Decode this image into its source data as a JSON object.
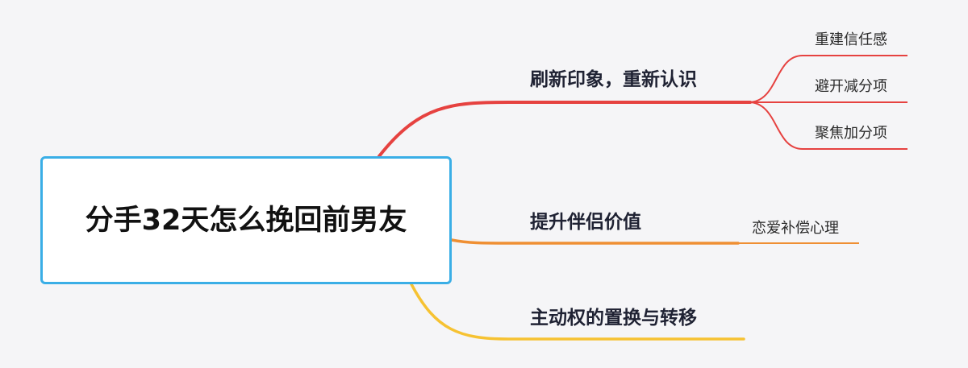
{
  "root": {
    "title": "分手32天怎么挽回前男友"
  },
  "branches": [
    {
      "label": "刷新印象，重新认识",
      "color": "#e64240",
      "children": [
        "重建信任感",
        "避开减分项",
        "聚焦加分项"
      ]
    },
    {
      "label": "提升伴侣价值",
      "color": "#ef8f33",
      "children": [
        "恋爱补偿心理"
      ]
    },
    {
      "label": "主动权的置换与转移",
      "color": "#f6c232",
      "children": []
    }
  ],
  "colors": {
    "background": "#f5f5f7",
    "root_border": "#3aaee6"
  }
}
